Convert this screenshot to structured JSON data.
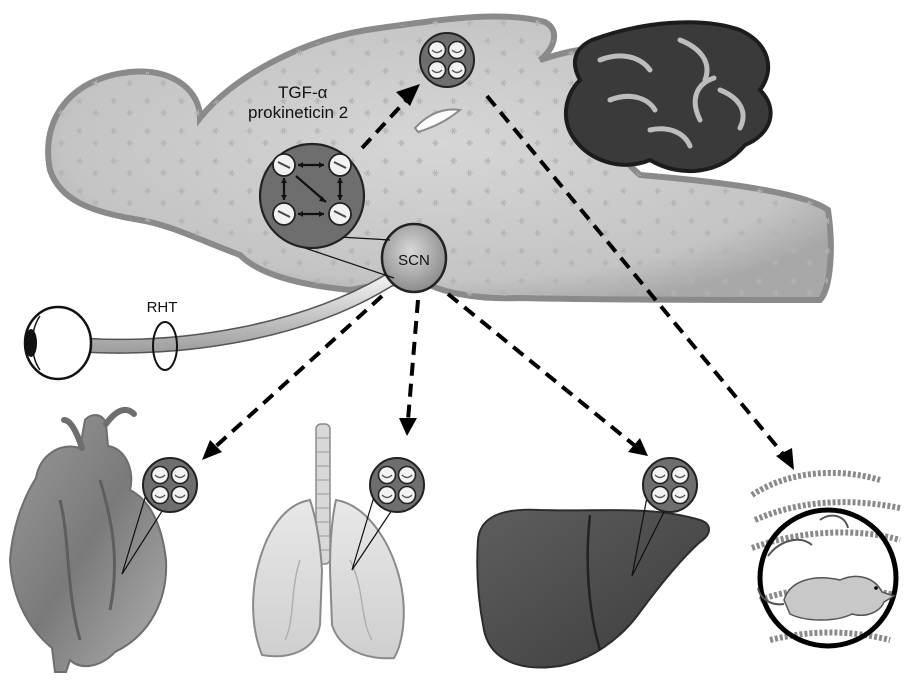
{
  "labels": {
    "factor_line1": "TGF-α",
    "factor_line2": "prokineticin 2",
    "scn": "SCN",
    "rht": "RHT"
  },
  "colors": {
    "brain_fill": "#c9c9c9",
    "brain_edge": "#9a9a9a",
    "cerebellum": "#3a3a3a",
    "clock_disc": "#6e6e6e",
    "arrow": "#000000"
  },
  "icons": {
    "clock_cell": "cell-oscillator-icon",
    "eye": "eye-icon",
    "rat_cycle": "rat-circadian-icon"
  }
}
